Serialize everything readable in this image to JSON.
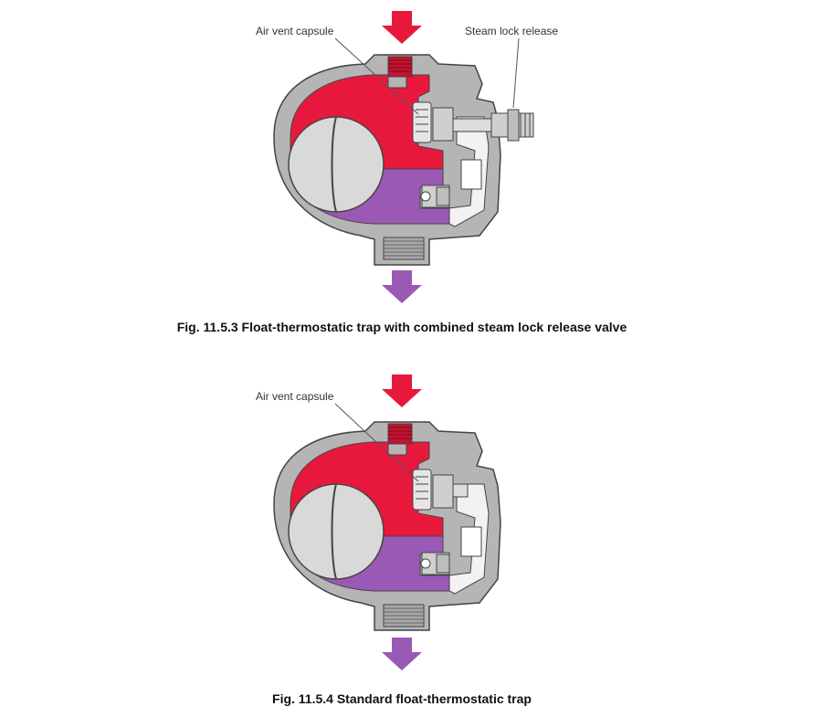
{
  "figures": [
    {
      "caption": "Fig. 11.5.3 Float-thermostatic trap with combined steam lock release valve",
      "labels": {
        "air_vent": "Air vent capsule",
        "steam_lock": "Steam lock release"
      }
    },
    {
      "caption": "Fig. 11.5.4 Standard float-thermostatic trap",
      "labels": {
        "air_vent": "Air vent capsule"
      }
    }
  ],
  "colors": {
    "steam": "#e8183c",
    "condensate": "#9b59b6",
    "body": "#b5b5b5",
    "float": "#d9d9d9",
    "outline": "#444444"
  }
}
